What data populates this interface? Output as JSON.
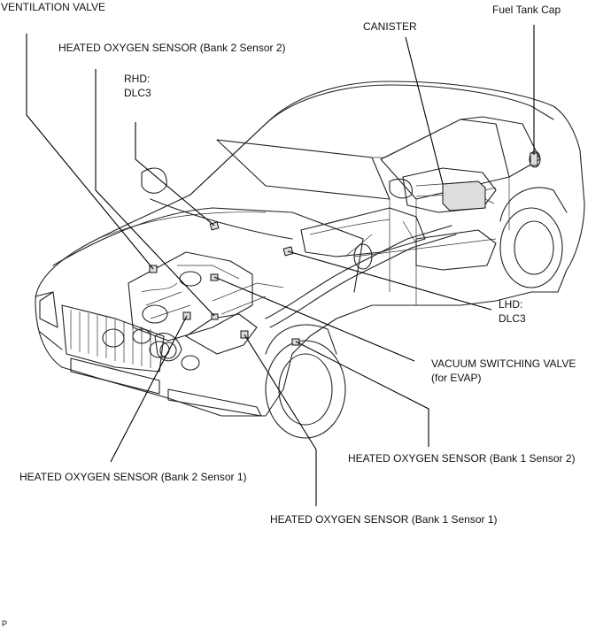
{
  "labels": {
    "ventilation_valve": "VENTILATION VALVE",
    "ho2s_b2s2": "HEATED OXYGEN SENSOR (Bank 2 Sensor 2)",
    "rhd_dlc3_l1": "RHD:",
    "rhd_dlc3_l2": "DLC3",
    "canister": "CANISTER",
    "fuel_tank_cap": "Fuel Tank Cap",
    "lhd_dlc3_l1": "LHD:",
    "lhd_dlc3_l2": "DLC3",
    "vsv_l1": "VACUUM SWITCHING VALVE",
    "vsv_l2": "(for EVAP)",
    "ho2s_b1s2": "HEATED OXYGEN SENSOR (Bank 1 Sensor 2)",
    "ho2s_b2s1": "HEATED OXYGEN SENSOR (Bank 2 Sensor 1)",
    "ho2s_b1s1": "HEATED OXYGEN SENSOR (Bank 1 Sensor 1)",
    "corner_mark": "P"
  }
}
